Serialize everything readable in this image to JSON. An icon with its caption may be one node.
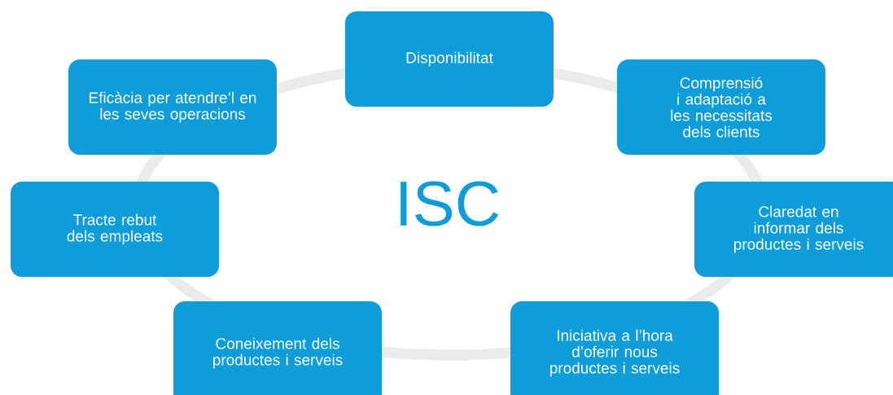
{
  "diagram": {
    "nodes": [
      {
        "text": [
          "Disponibilitat"
        ]
      },
      {
        "text": [
          "Comprensió i adaptació a les necessitats dels clients"
        ]
      },
      {
        "text": [
          "Claredat en informar dels productes i serveis"
        ]
      },
      {
        "text": [
          "Iniciativa a l’hora d’oferir nous productes i serveis"
        ]
      },
      {
        "text": [
          "Coneixement dels productes i serveis"
        ]
      },
      {
        "text": [
          "Tracte rebut dels empleats"
        ]
      },
      {
        "text": [
          "Eficàcia per atendre’l en les seves operacions"
        ]
      }
    ],
    "labels": [
      "ISC"
    ]
  }
}
